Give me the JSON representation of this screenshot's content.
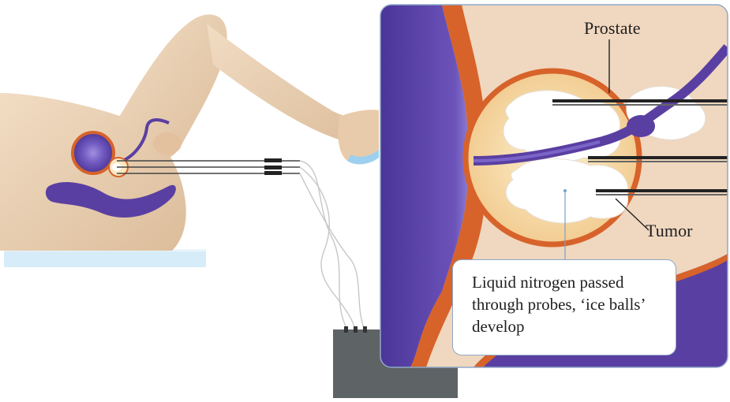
{
  "labels": {
    "prostate": "Prostate",
    "tumor": "Tumor",
    "callout": "Liquid nitrogen passed through probes, ‘ice balls’ develop"
  },
  "colors": {
    "skin": "#ecd1b3",
    "skin_shadow": "#ddbd9c",
    "organ_purple": "#5a3fa2",
    "tissue_orange": "#d7632a",
    "ice_white": "#ffffff",
    "gland_yellow": "#f9e2b4",
    "panel_border": "#8fa8c8",
    "console_gray": "#5e6466",
    "table_blue": "#d6ecf8"
  }
}
